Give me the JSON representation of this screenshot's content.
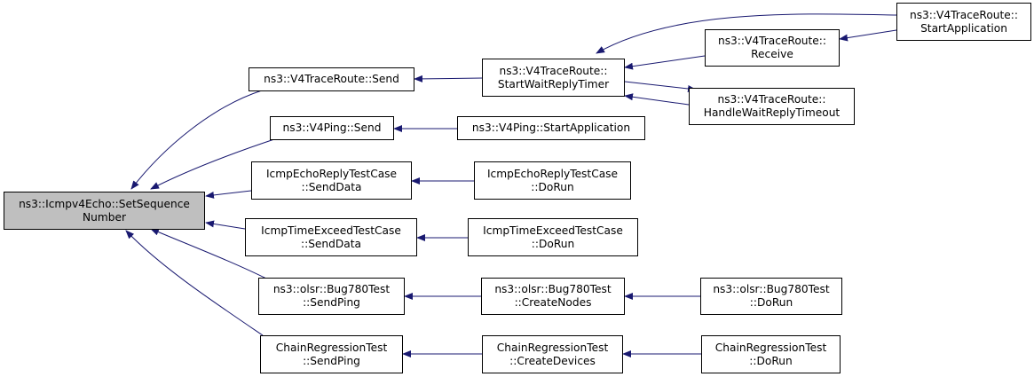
{
  "colors": {
    "edge": "#191970",
    "root_fill": "#bfbfbf",
    "node_border": "#000000"
  },
  "nodes": {
    "root": {
      "line1": "ns3::Icmpv4Echo::SetSequence",
      "line2": "Number"
    },
    "tr_send": {
      "line1": "ns3::V4TraceRoute::Send"
    },
    "tr_swrt": {
      "line1": "ns3::V4TraceRoute::",
      "line2": "StartWaitReplyTimer"
    },
    "tr_receive": {
      "line1": "ns3::V4TraceRoute::",
      "line2": "Receive"
    },
    "tr_startapp": {
      "line1": "ns3::V4TraceRoute::",
      "line2": "StartApplication"
    },
    "tr_hwrt": {
      "line1": "ns3::V4TraceRoute::",
      "line2": "HandleWaitReplyTimeout"
    },
    "ping_send": {
      "line1": "ns3::V4Ping::Send"
    },
    "ping_startapp": {
      "line1": "ns3::V4Ping::StartApplication"
    },
    "echo_send": {
      "line1": "IcmpEchoReplyTestCase",
      "line2": "::SendData"
    },
    "echo_run": {
      "line1": "IcmpEchoReplyTestCase",
      "line2": "::DoRun"
    },
    "te_send": {
      "line1": "IcmpTimeExceedTestCase",
      "line2": "::SendData"
    },
    "te_run": {
      "line1": "IcmpTimeExceedTestCase",
      "line2": "::DoRun"
    },
    "olsr_send": {
      "line1": "ns3::olsr::Bug780Test",
      "line2": "::SendPing"
    },
    "olsr_create": {
      "line1": "ns3::olsr::Bug780Test",
      "line2": "::CreateNodes"
    },
    "olsr_run": {
      "line1": "ns3::olsr::Bug780Test",
      "line2": "::DoRun"
    },
    "chain_send": {
      "line1": "ChainRegressionTest",
      "line2": "::SendPing"
    },
    "chain_create": {
      "line1": "ChainRegressionTest",
      "line2": "::CreateDevices"
    },
    "chain_run": {
      "line1": "ChainRegressionTest",
      "line2": "::DoRun"
    }
  }
}
